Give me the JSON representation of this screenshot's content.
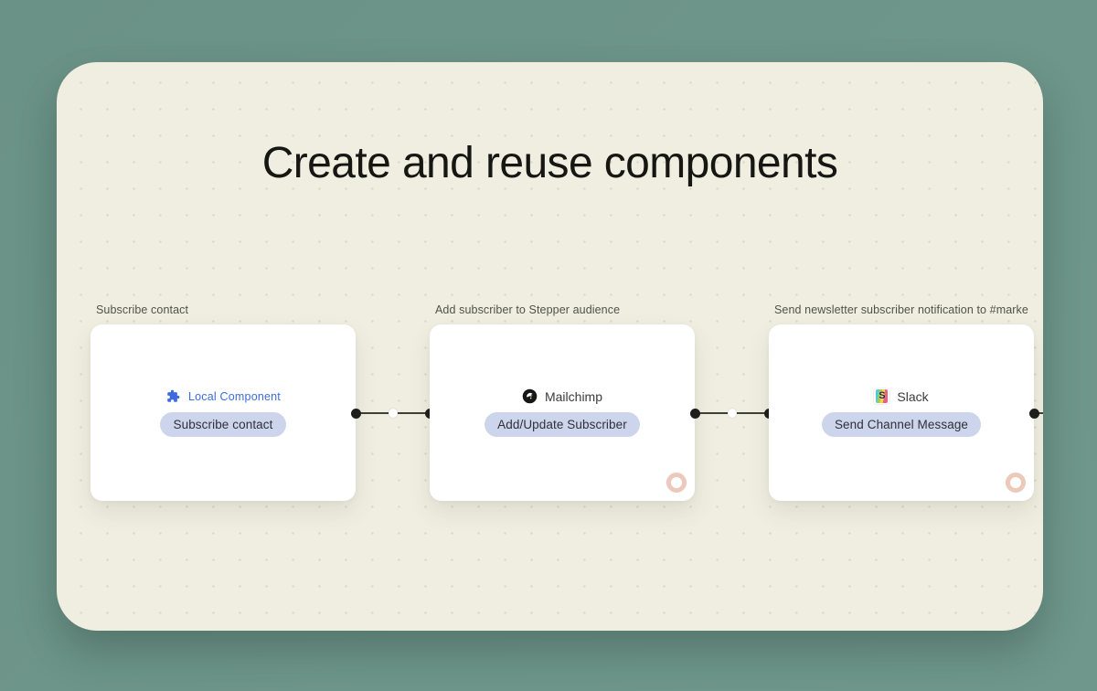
{
  "page": {
    "title": "Create and reuse components"
  },
  "colors": {
    "background_teal": "#6D9489",
    "panel_cream": "#F0EEE1",
    "grid_dot": "#D9D5C5",
    "card_white": "#FFFFFF",
    "accent_blue": "#3E6BE0",
    "pill_background": "#CCD5EB",
    "pill_text": "#2E3138",
    "node_label_gray": "#50514A",
    "connector_dark": "#3F3F3A",
    "badge_pink": "#EBC9BB"
  },
  "workflow": {
    "nodes": [
      {
        "label": "Subscribe contact",
        "app": "Local Component",
        "icon": "puzzle-icon",
        "action": "Subscribe contact",
        "has_badge": false
      },
      {
        "label": "Add subscriber to Stepper audience",
        "app": "Mailchimp",
        "icon": "mailchimp-icon",
        "action": "Add/Update Subscriber",
        "has_badge": true
      },
      {
        "label": "Send newsletter subscriber notification to #marke",
        "app": "Slack",
        "icon": "slack-icon",
        "icon_letter": "S",
        "action": "Send Channel Message",
        "has_badge": true
      }
    ]
  }
}
